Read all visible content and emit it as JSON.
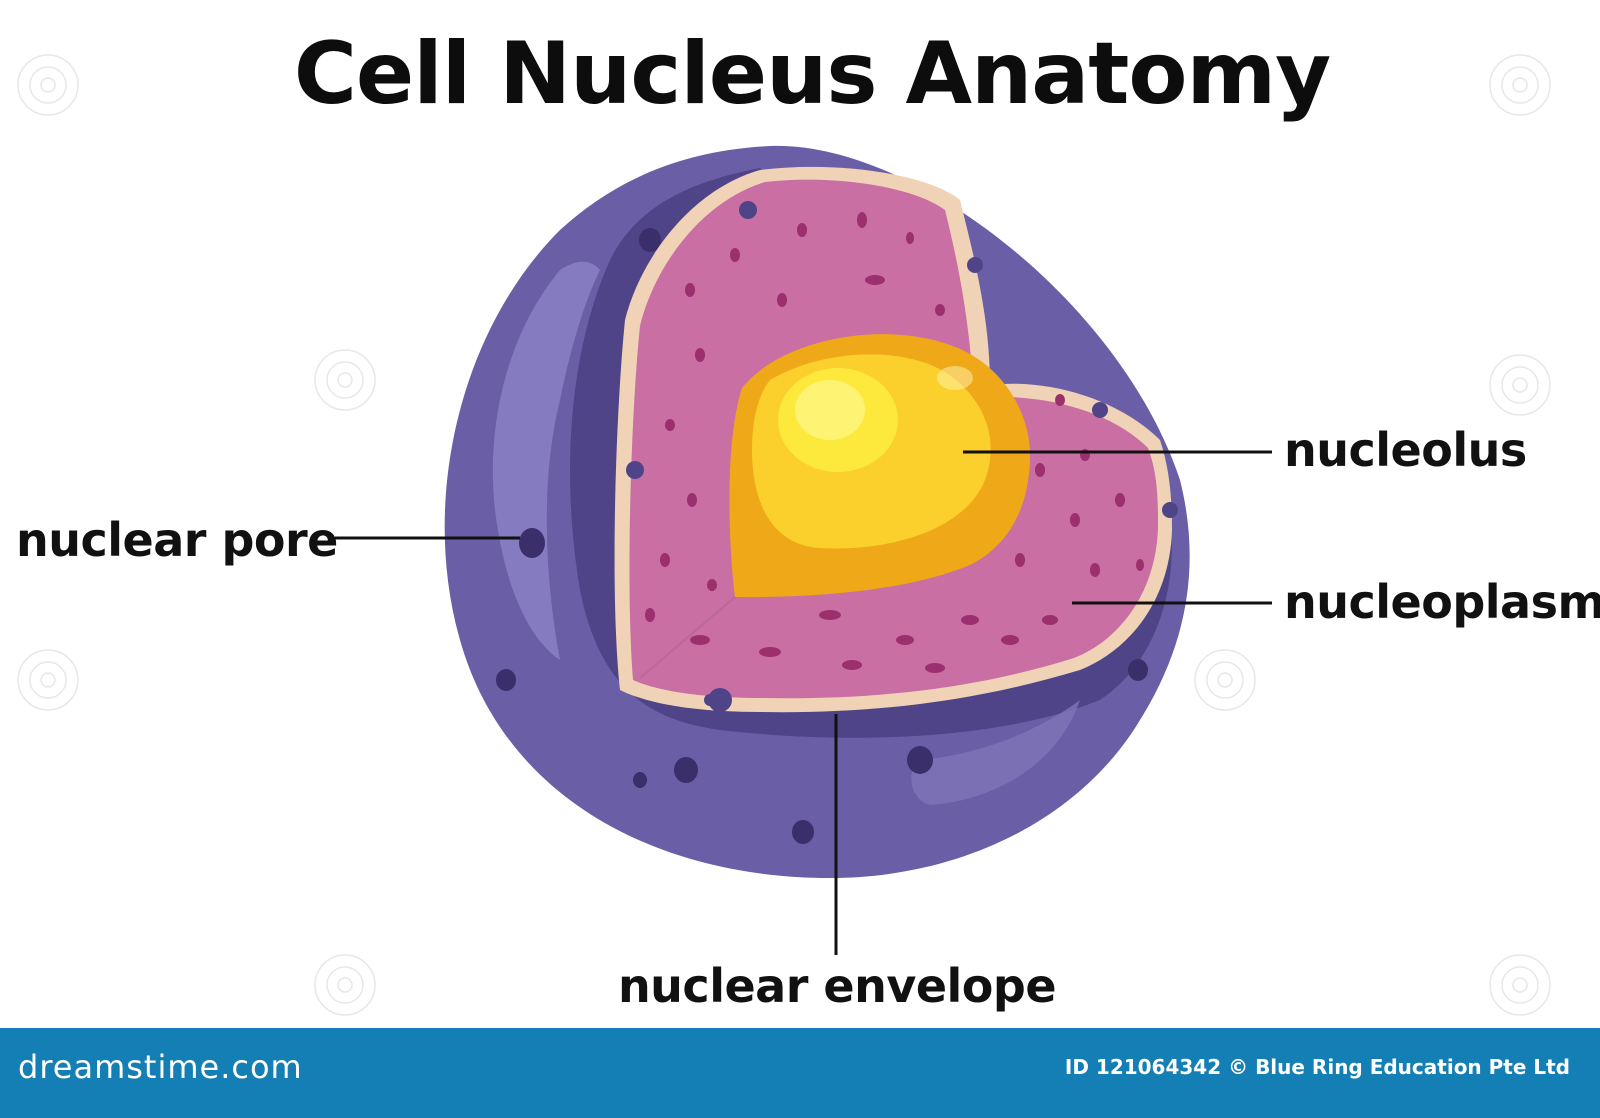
{
  "title": "Cell Nucleus Anatomy",
  "labels": {
    "nuclear_pore": "nuclear pore",
    "nucleolus": "nucleolus",
    "nucleoplasm": "nucleoplasm",
    "nuclear_envelope": "nuclear envelope"
  },
  "footer": {
    "logo": "dreamstime.com",
    "credit": "ID 121064342 © Blue Ring Education Pte Ltd"
  },
  "colors": {
    "envelope_outer": "#6a5ea6",
    "envelope_dark": "#4a3f82",
    "envelope_highlight": "#8a80c4",
    "nucleoplasm": "#c96fa4",
    "nucleoplasm_dots": "#9c2f6e",
    "membrane_rim": "#f0d2b6",
    "nucleolus_outer": "#efa818",
    "nucleolus_inner": "#fde93c",
    "footer_bar": "#147fb4"
  }
}
